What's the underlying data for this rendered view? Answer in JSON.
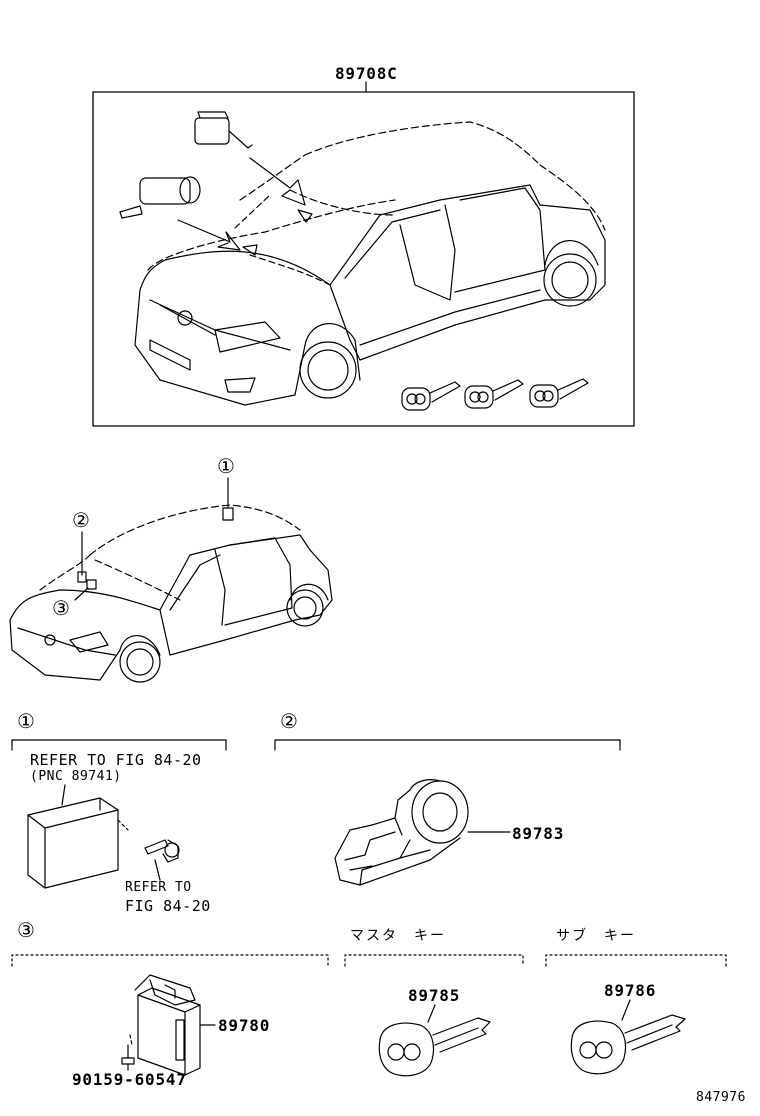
{
  "assembly": {
    "part_no": "89708C"
  },
  "callouts": {
    "c1": "①",
    "c2": "②",
    "c3": "③"
  },
  "section1": {
    "refer_line1": "REFER TO FIG 84-20",
    "refer_line2": "(PNC 89741)",
    "refer_bolt_line1": "REFER TO",
    "refer_bolt_line2": "FIG 84-20"
  },
  "section2": {
    "part_no": "89783"
  },
  "section3": {
    "ecu_part_no": "89780",
    "screw_part_no": "90159-60547"
  },
  "master_key": {
    "title": "マスタ　キー",
    "part_no": "89785"
  },
  "sub_key": {
    "title": "サブ　キー",
    "part_no": "89786"
  },
  "figure_id": "847976"
}
